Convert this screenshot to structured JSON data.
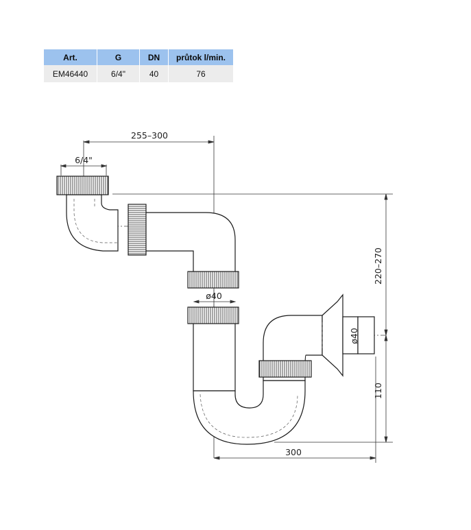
{
  "spec_table": {
    "headers": [
      "Art.",
      "G",
      "DN",
      "průtok l/min."
    ],
    "row": [
      "EM46440",
      "6/4\"",
      "40",
      "76"
    ]
  },
  "dimensions": {
    "top_width": "255–300",
    "thread": "6/4\"",
    "inner_diameter_mid": "ø40",
    "outlet_diameter": "ø40",
    "height_range": "220–270",
    "outlet_height": "110",
    "bottom_width": "300"
  },
  "colors": {
    "header_bg": "#9cc2ee",
    "row_bg": "#ececec",
    "line": "#1a1a1a"
  }
}
